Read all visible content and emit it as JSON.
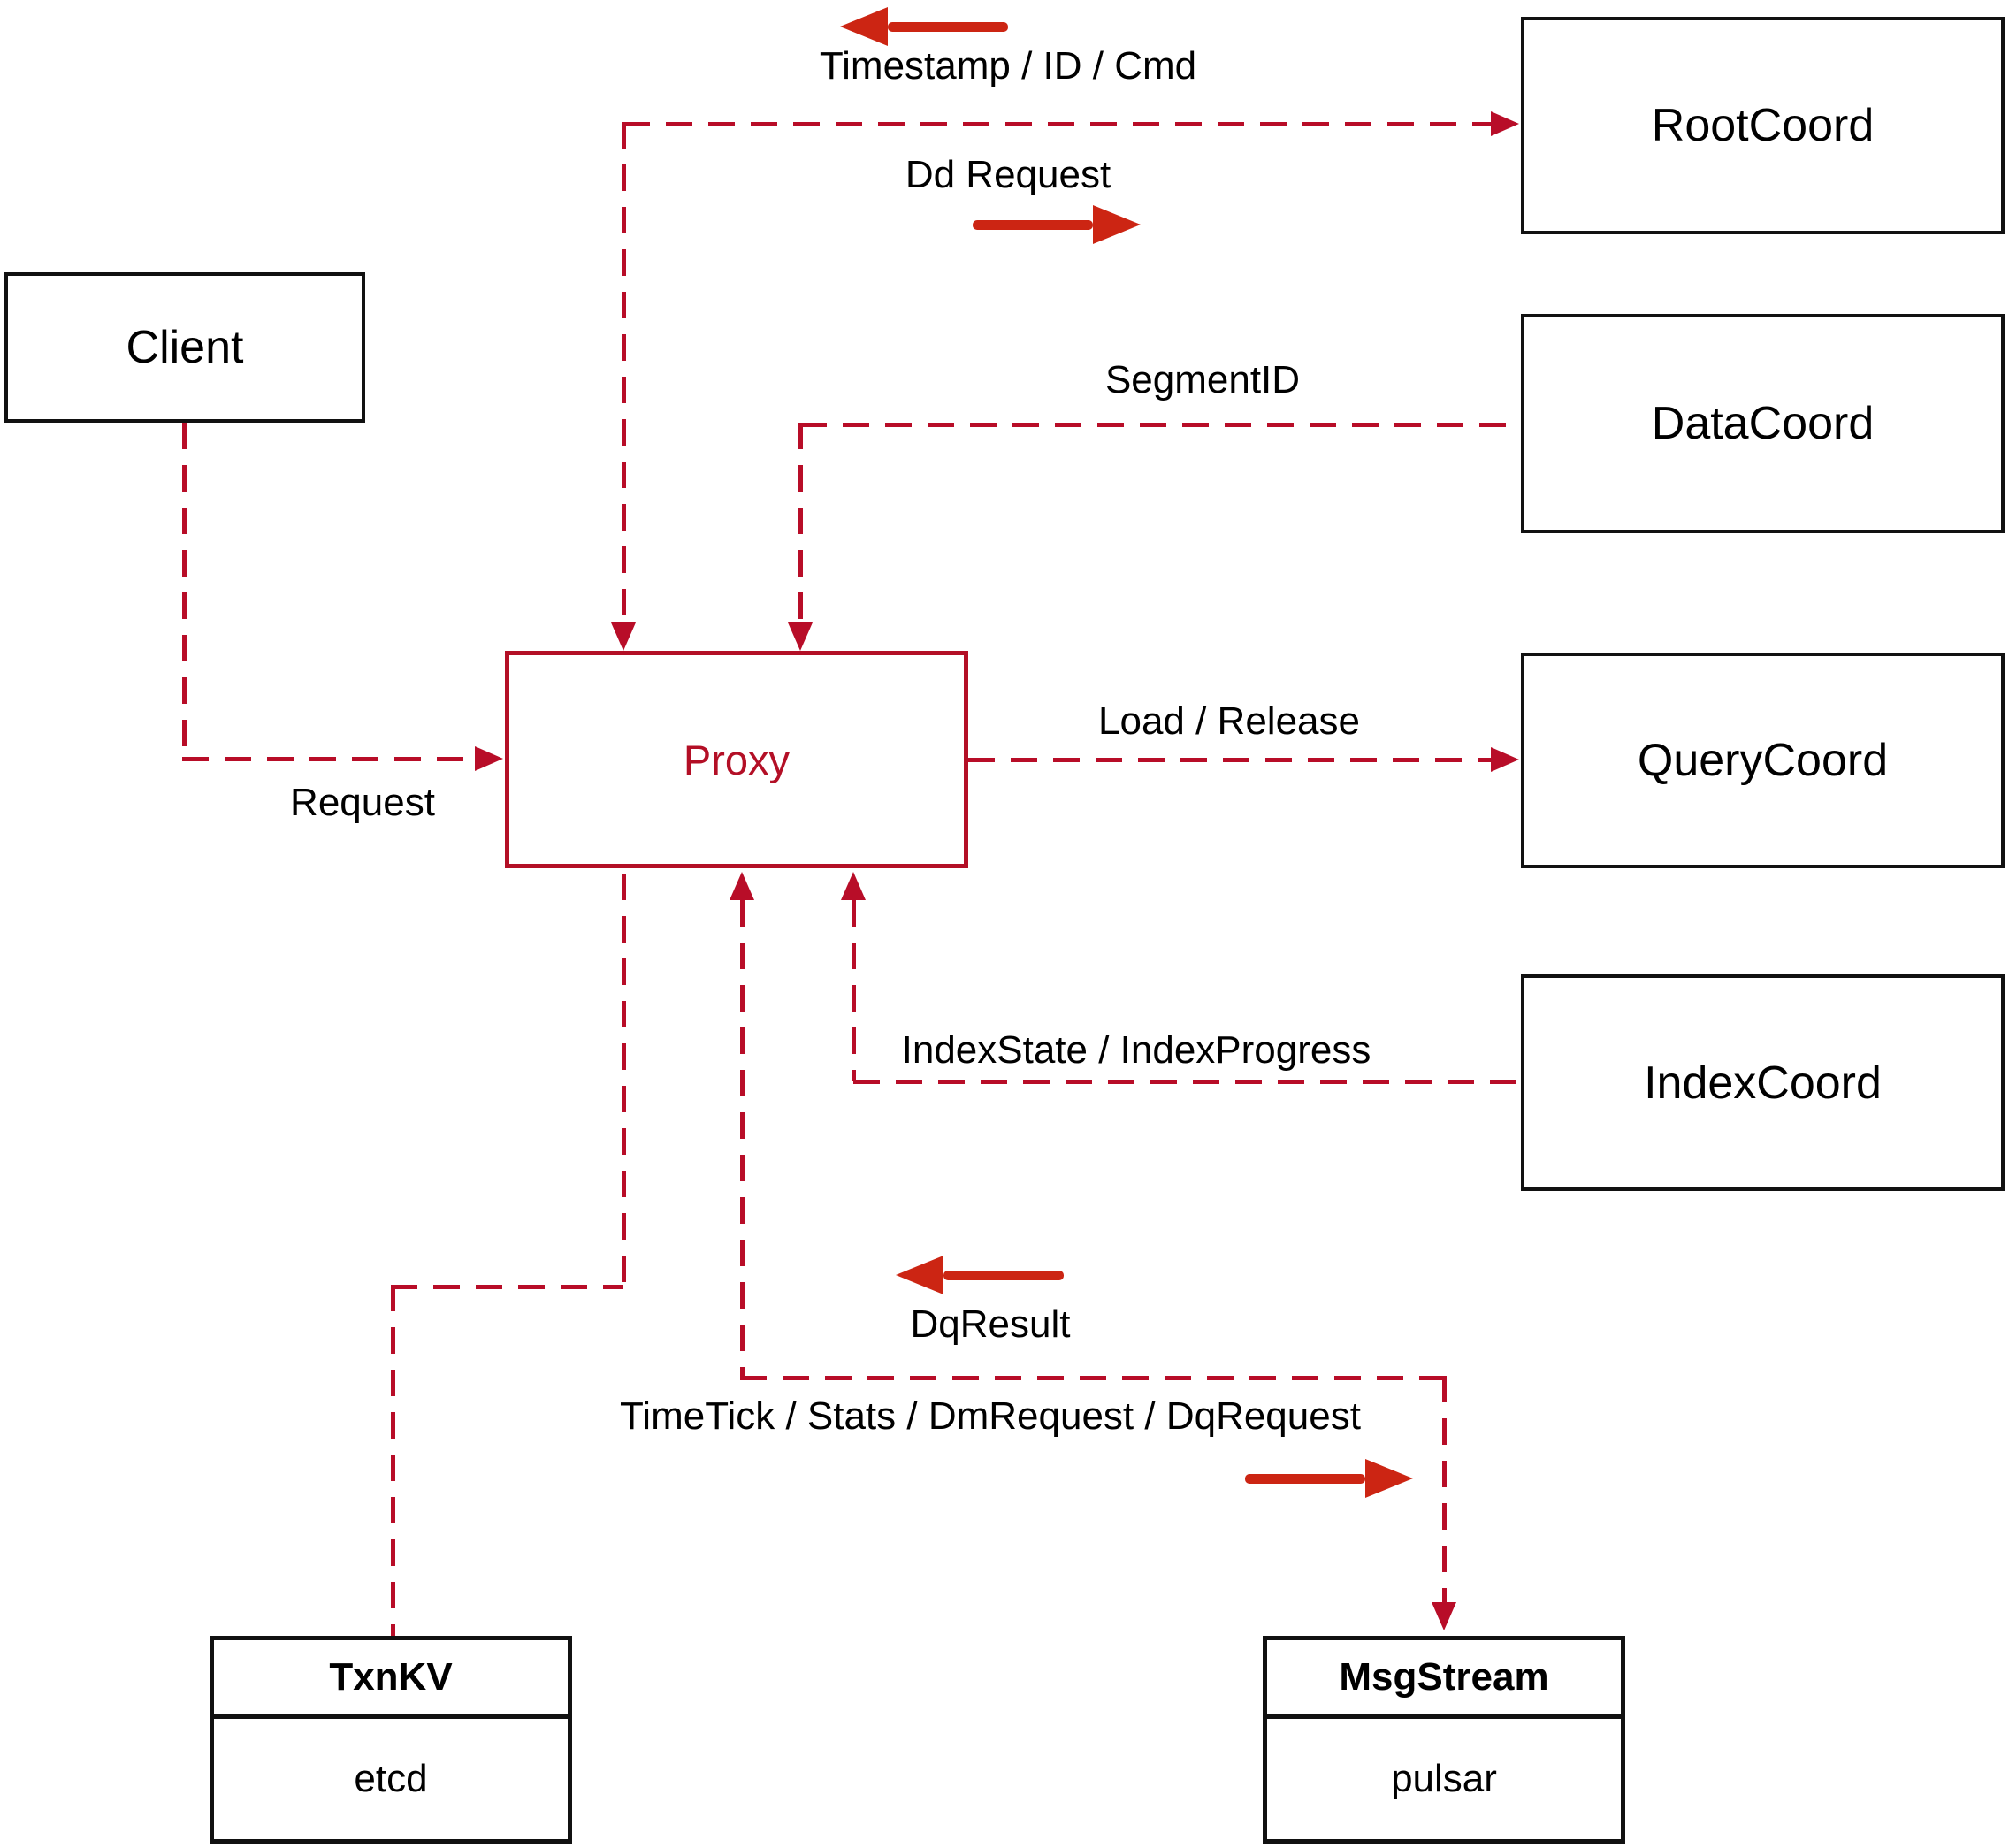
{
  "nodes": {
    "client": {
      "label": "Client"
    },
    "root_coord": {
      "label": "RootCoord"
    },
    "data_coord": {
      "label": "DataCoord"
    },
    "query_coord": {
      "label": "QueryCoord"
    },
    "index_coord": {
      "label": "IndexCoord"
    },
    "proxy": {
      "label": "Proxy"
    },
    "txn_kv": {
      "title": "TxnKV",
      "value": "etcd"
    },
    "msg_stream": {
      "title": "MsgStream",
      "value": "pulsar"
    }
  },
  "edge_labels": {
    "timestamp_id_cmd": "Timestamp / ID / Cmd",
    "dd_request": "Dd Request",
    "segment_id": "SegmentID",
    "load_release": "Load / Release",
    "index_state": "IndexState / IndexProgress",
    "request": "Request",
    "dq_result": "DqResult",
    "time_tick": "TimeTick / Stats / DmRequest / DqRequest"
  },
  "colors": {
    "dashed_line": "#b80d28",
    "solid_arrow": "#cc2513",
    "box_border": "#111111",
    "proxy_accent": "#b30f26",
    "text": "#000000",
    "background": "#ffffff"
  }
}
